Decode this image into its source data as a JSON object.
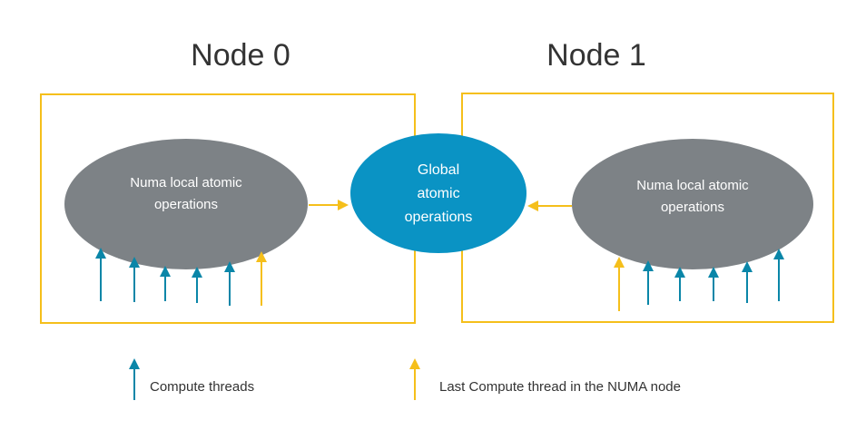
{
  "nodes": [
    {
      "title": "Node 0",
      "local_label_line1": "Numa local atomic",
      "local_label_line2": "operations"
    },
    {
      "title": "Node 1",
      "local_label_line1": "Numa local atomic",
      "local_label_line2": "operations"
    }
  ],
  "global": {
    "label_line1": "Global",
    "label_line2": "atomic",
    "label_line3": "operations"
  },
  "legend": {
    "compute_threads": "Compute threads",
    "last_compute_thread": "Last Compute thread in the NUMA node"
  },
  "colors": {
    "node_border": "#f5bf1b",
    "local_ellipse": "#7d8286",
    "global_ellipse": "#0a93c4",
    "compute_thread_arrow": "#0a86a8",
    "last_thread_arrow": "#f5bf1b",
    "flow_arrow": "#f5bf1b",
    "title_text": "#333333"
  },
  "icons": {
    "compute_thread": "up-arrow-blue",
    "last_thread": "up-arrow-yellow",
    "flow": "right-arrow-yellow"
  }
}
